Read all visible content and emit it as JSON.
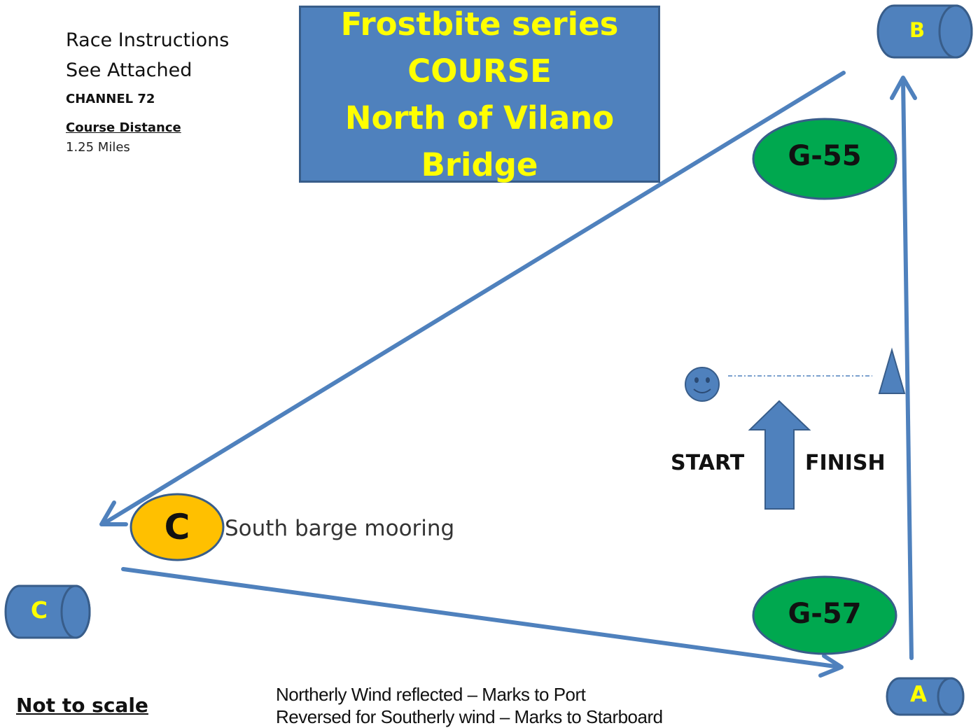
{
  "info": {
    "race_instructions": "Race Instructions",
    "see_attached": "See Attached",
    "channel": "CHANNEL 72",
    "course_distance_label": "Course Distance",
    "course_distance_value": "1.25 Miles"
  },
  "title_box": {
    "lines": [
      "Frostbite series",
      "COURSE",
      "North of Vilano",
      "Bridge"
    ]
  },
  "marks": {
    "b_label": "B",
    "a_label": "A",
    "c_label": "C",
    "c_mooring_label": "C",
    "g55_label": "G-55",
    "g57_label": "G-57"
  },
  "south_barge_label": "South barge mooring",
  "start_label": "START",
  "finish_label": "FINISH",
  "not_to_scale": "Not to scale",
  "notes": {
    "line1": "Northerly Wind reflected – Marks to Port",
    "line2": "Reversed for Southerly wind – Marks to Starboard"
  },
  "colors": {
    "course_line": "#4f81bd",
    "mark_fill": "#4f81bd",
    "mark_stroke": "#385d8a",
    "mark_label": "#ffff00",
    "green_buoy": "#00a84f",
    "orange_buoy": "#ffc000",
    "title_text": "#ffff00"
  }
}
